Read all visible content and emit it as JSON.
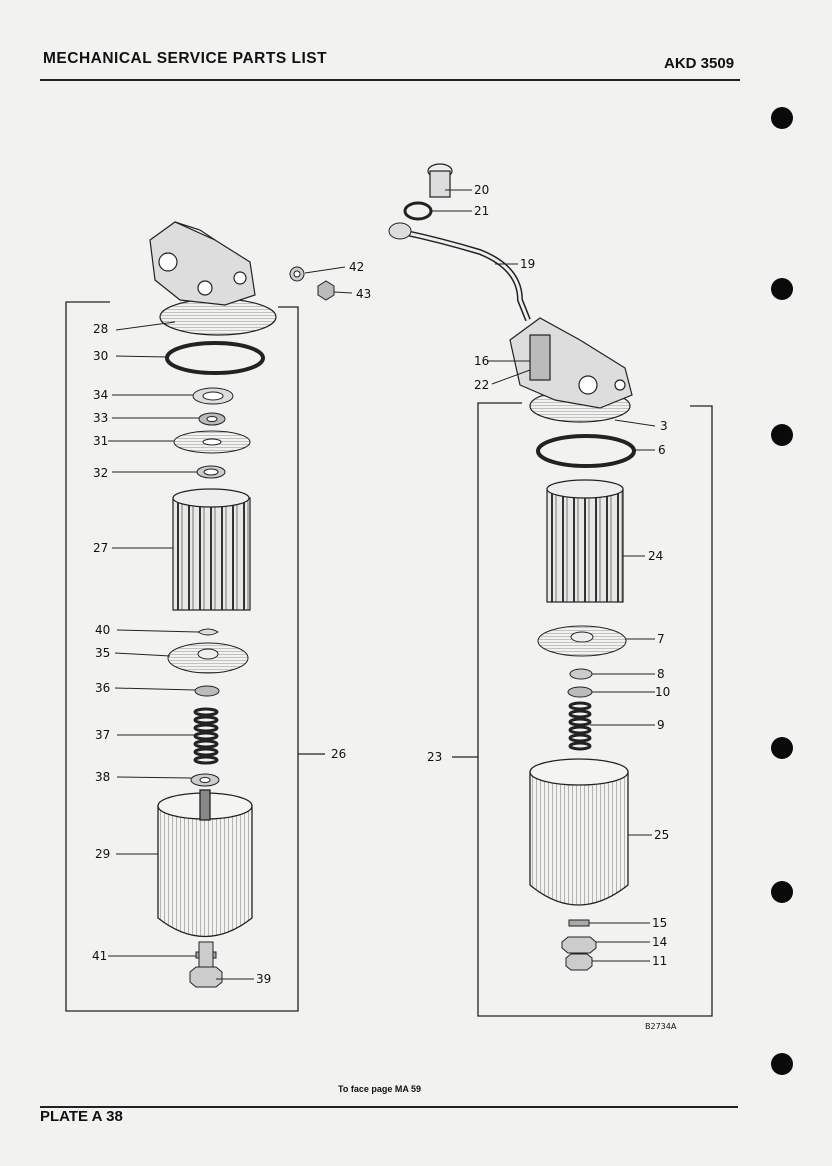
{
  "header": {
    "title": "MECHANICAL SERVICE PARTS LIST",
    "code": "AKD 3509"
  },
  "figure": {
    "ref": "B2734A"
  },
  "facing_page": "To face page MA 59",
  "plate": "PLATE A 38",
  "callouts": {
    "c20": "20",
    "c21": "21",
    "c19": "19",
    "c42": "42",
    "c43": "43",
    "c28": "28",
    "c30": "30",
    "c34": "34",
    "c33": "33",
    "c31": "31",
    "c32": "32",
    "c27": "27",
    "c40": "40",
    "c35": "35",
    "c36": "36",
    "c37": "37",
    "c38": "38",
    "c26": "26",
    "c29": "29",
    "c41": "41",
    "c39": "39",
    "c16": "16",
    "c22": "22",
    "c3": "3",
    "c6": "6",
    "c24": "24",
    "c7": "7",
    "c8": "8",
    "c10": "10",
    "c9": "9",
    "c23": "23",
    "c25": "25",
    "c15": "15",
    "c14": "14",
    "c11": "11"
  }
}
